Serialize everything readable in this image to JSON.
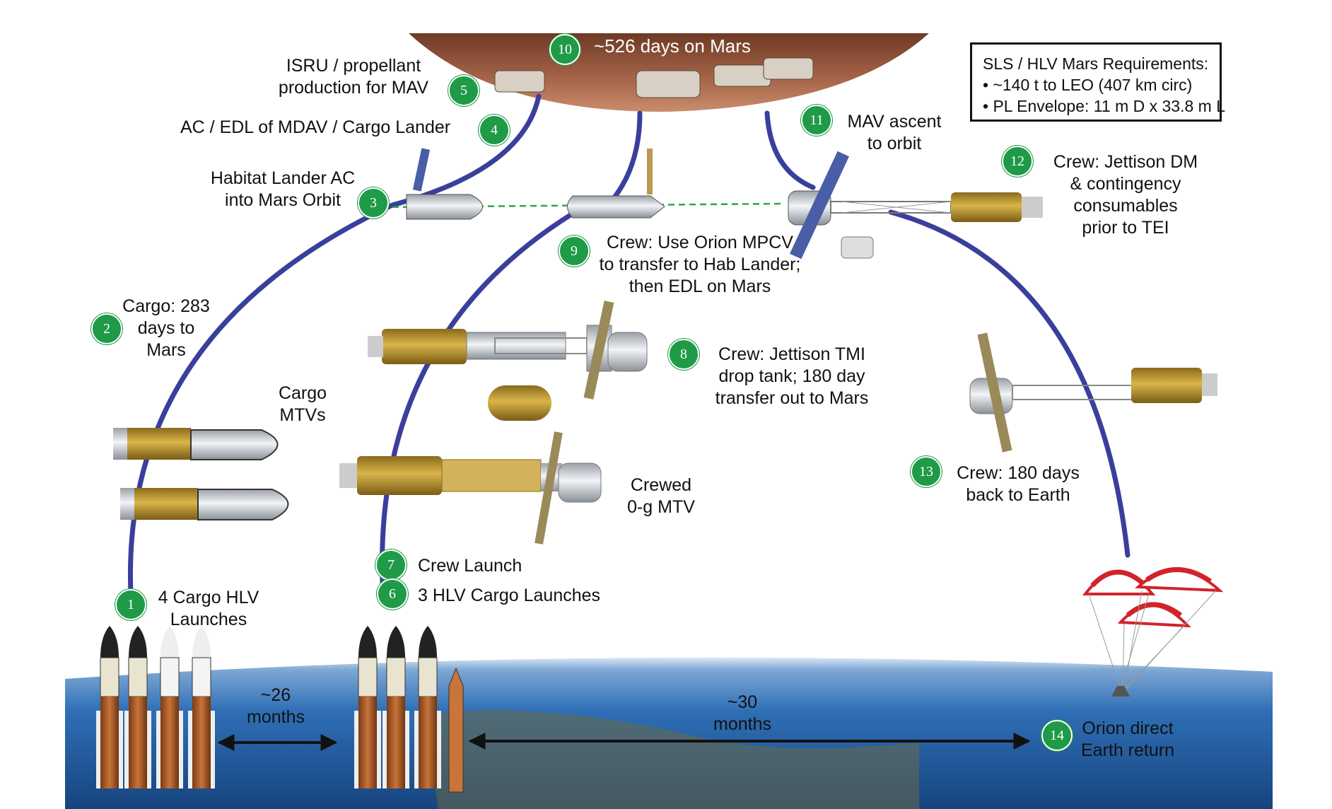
{
  "header": {
    "mars_stay": "~526 days on Mars"
  },
  "requirements": {
    "title": "SLS / HLV Mars Requirements:",
    "items": [
      "• ~140 t to LEO (407 km circ)",
      "• PL Envelope: 11 m D x 33.8 m L"
    ]
  },
  "steps": [
    {
      "num": "1",
      "lines": [
        "4 Cargo HLV",
        "Launches"
      ]
    },
    {
      "num": "2",
      "lines": [
        "Cargo: 283",
        "days to",
        "Mars"
      ]
    },
    {
      "num": "3",
      "lines": [
        "Habitat Lander AC",
        "into Mars Orbit"
      ]
    },
    {
      "num": "4",
      "lines": [
        "AC / EDL of MDAV / Cargo Lander"
      ]
    },
    {
      "num": "5",
      "lines": [
        "ISRU / propellant",
        "production for MAV"
      ]
    },
    {
      "num": "6",
      "lines": [
        "3 HLV Cargo Launches"
      ]
    },
    {
      "num": "7",
      "lines": [
        "Crew Launch"
      ]
    },
    {
      "num": "8",
      "lines": [
        "Crew: Jettison TMI",
        "drop tank; 180 day",
        "transfer out to Mars"
      ]
    },
    {
      "num": "9",
      "lines": [
        "Crew: Use Orion MPCV",
        "to transfer to Hab Lander;",
        "then EDL on Mars"
      ]
    },
    {
      "num": "10",
      "lines": []
    },
    {
      "num": "11",
      "lines": [
        "MAV ascent",
        "to orbit"
      ]
    },
    {
      "num": "12",
      "lines": [
        "Crew: Jettison DM",
        "& contingency",
        "consumables",
        "prior to TEI"
      ]
    },
    {
      "num": "13",
      "lines": [
        "Crew: 180 days",
        "back to Earth"
      ]
    },
    {
      "num": "14",
      "lines": [
        "Orion direct",
        "Earth return"
      ]
    }
  ],
  "labels": {
    "cargo_mtvs": [
      "Cargo",
      "MTVs"
    ],
    "crewed_mtv": [
      "Crewed",
      "0-g MTV"
    ]
  },
  "intervals": {
    "first": [
      "~26",
      "months"
    ],
    "second": [
      "~30",
      "months"
    ]
  },
  "colors": {
    "badge": "#1f9a47",
    "trajectory": "#3a3f9c",
    "mars": "#9b5a3c",
    "earth": "#2f6fb6",
    "transfer_line": "#2aa84a",
    "chute_red": "#d2232a"
  }
}
